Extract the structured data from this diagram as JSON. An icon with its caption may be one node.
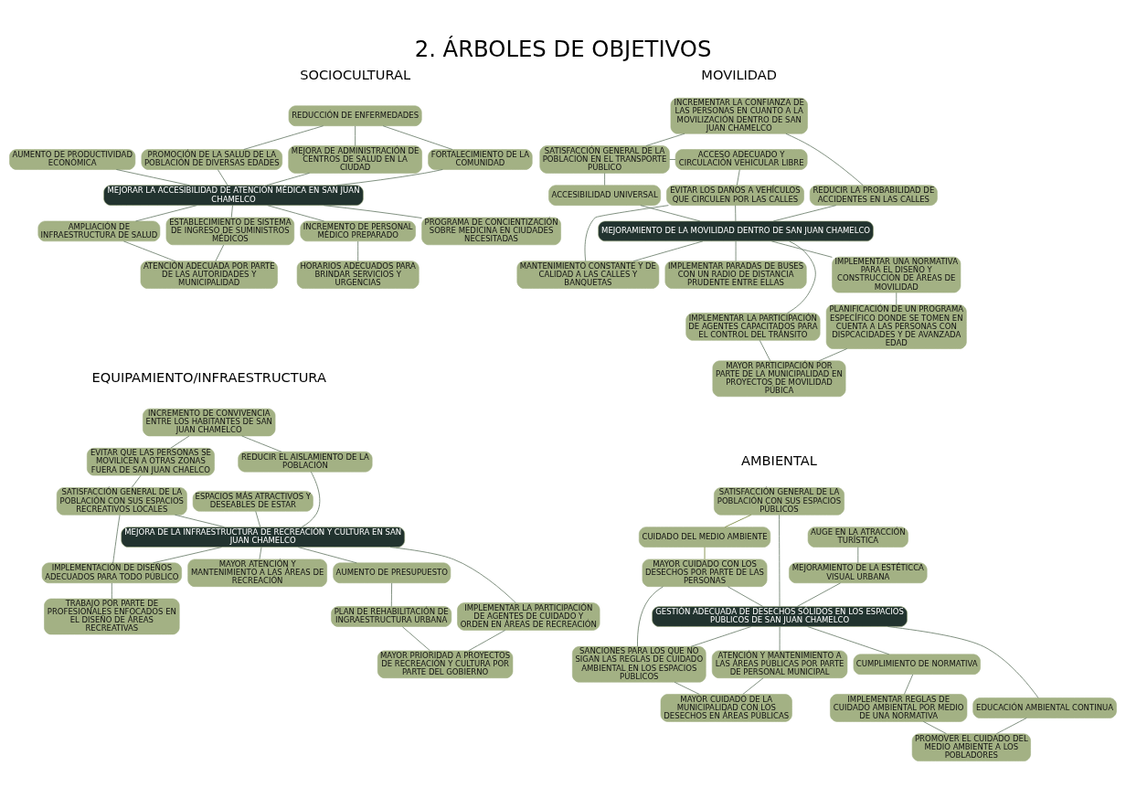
{
  "diagram": {
    "title": "2. ÁRBOLES DE OBJETIVOS",
    "nodes": [
      {
        "text": [
          "REDUCCIÓN DE ENFERMEDADES"
        ]
      },
      {
        "text": [
          "PROMOCIÓN DE LA SALUD DE LA POBLACIÓN DE DIVERSAS EDADES"
        ]
      },
      {
        "text": [
          "AUMENTO DE PRODUCTIVIDAD ECONÓMICA"
        ]
      },
      {
        "text": [
          "MEJORA DE ADMINISTRACIÓN DE CENTROS DE SALUD EN LA CIUDAD"
        ]
      },
      {
        "text": [
          "FORTALECIMIENTO DE LA COMUNIDAD"
        ]
      },
      {
        "text": [
          "MEJORAR LA ACCESIBILIDAD DE ATENCIÓN MÉDICA EN SAN JUAN CHAMELCO"
        ]
      },
      {
        "text": [
          "AMPLIACIÓN DE INFRAESTRUCTURA DE SALUD"
        ]
      },
      {
        "text": [
          "ESTABLECIMIENTO DE SISTEMA DE INGRESO DE SUMINISTROS MÉDICOS"
        ]
      },
      {
        "text": [
          "INCREMENTO DE PERSONAL MÉDICO PREPARADO"
        ]
      },
      {
        "text": [
          "PROGRAMA DE CONCIENTIZACIÓN SOBRE MEDICINA EN CIUDADES NECESITADAS"
        ]
      },
      {
        "text": [
          "ATENCIÓN ADECUADA POR PARTE DE LAS AUTORIDADES Y MUNICIPALIDAD"
        ]
      },
      {
        "text": [
          "HORARIOS ADECUADOS PARA BRINDAR SERVICIOS Y URGENCIAS"
        ]
      },
      {
        "text": [
          "INCREMENTAR LA CONFIANZA DE LAS PERSONAS EN CUANTO A LA MOVILIZACIÓN DENTRO DE SAN JUAN CHAMELCO"
        ]
      },
      {
        "text": [
          "ACCESO ADECUADO Y CIRCULACIÓN VEHICULAR LIBRE"
        ]
      },
      {
        "text": [
          "SATISFACCIÓN GENERAL DE LA POBLACIÓN EN EL TRANSPORTE PÚBLICO"
        ]
      },
      {
        "text": [
          "EVITAR LOS DAÑOS A VEHÍCULOS QUE CIRCULEN POR LAS CALLES"
        ]
      },
      {
        "text": [
          "ACCESIBILIDAD UNIVERSAL"
        ]
      },
      {
        "text": [
          "REDUCIR LA PROBABILIDAD DE ACCIDENTES EN LAS CALLES"
        ]
      },
      {
        "text": [
          "MEJORAMIENTO DE LA MOVILIDAD DENTRO DE SAN JUAN CHAMELCO"
        ]
      },
      {
        "text": [
          "MANTENIMIENTO CONSTANTE Y DE CALIDAD A LAS CALLES Y BANQUETAS"
        ]
      },
      {
        "text": [
          "IMPLEMENTAR LA PARTICIPACIÓN DE AGENTES CAPACITADOS PARA EL CONTROL DEL TRÁNSITO"
        ]
      },
      {
        "text": [
          "IMPLEMENTAR UNA NORMATIVA PARA EL DISEÑO Y CONSTRUCCIÓN DE ÁREAS DE MOVILIDAD"
        ]
      },
      {
        "text": [
          "IMPLEMENTAR PARADAS DE BUSES CON UN RADIO DE DISTANCIA PRUDENTE ENTRE ELLAS"
        ]
      },
      {
        "text": [
          "PLANIFICACIÓN DE UN PROGRAMA ESPECÍFICO DONDE SE TOMEN EN CUENTA A LAS PERSONAS CON DISPCACIDADES Y DE AVANZADA EDAD"
        ]
      },
      {
        "text": [
          "MAYOR PARTICIPACIÓN POR PARTE DE LA MUNICIPALIDAD EN PROYECTOS DE MOVILIDAD PÚBICA"
        ]
      },
      {
        "text": [
          "INCREMENTO DE CONVIVENCIA ENTRE LOS HABITANTES DE SAN JUAN CHAMELCO"
        ]
      },
      {
        "text": [
          "EVITAR QUE LAS PERSONAS SE MOVILICEN A OTRAS ZONAS FUERA DE SAN JUAN CHAELCO"
        ]
      },
      {
        "text": [
          "SATISFACCIÓN GENERAL DE LA POBLACIÓN CON SUS ESPACIOS RECREATIVOS LOCALES"
        ]
      },
      {
        "text": [
          "ESPACIOS MÁS ATRACTIVOS Y DESEABLES DE ESTAR"
        ]
      },
      {
        "text": [
          "REDUCIR EL AISLAMIENTO DE LA POBLACIÓN"
        ]
      },
      {
        "text": [
          "MEJORA DE LA INFRAESTRUCTURA DE RECREACIÓN Y CULTURA EN SAN JUAN CHAMELCO"
        ]
      },
      {
        "text": [
          "IMPLEMENTACIÓN DE DISEÑOS ADECUADOS PARA TODO PÚBLICO"
        ]
      },
      {
        "text": [
          "MAYOR ATENCIÓN Y MANTENIMIENTO A LAS ÁREAS DE RECREACIÓN"
        ]
      },
      {
        "text": [
          "AUMENTO DE PRESUPUESTO"
        ]
      },
      {
        "text": [
          "IMPLEMENTAR LA PARTICIPACIÓN DE AGENTES DE CUIDADO Y ORDEN EN ÁREAS DE RECREACIÓN"
        ]
      },
      {
        "text": [
          "TRABAJO POR PARTE DE PROFESIONALES ENFOCADOS EN EL DISEÑO DE ÁREAS RECREATIVAS"
        ]
      },
      {
        "text": [
          "PLAN DE REHABILITACIÓN DE INGRAESTRUCTURA URBANA"
        ]
      },
      {
        "text": [
          "MAYOR PRIORIDAD A PROYECTOS DE RECREACIÓN Y CULTURA POR PARTE DEL GOBIERNO"
        ]
      },
      {
        "text": [
          "SATISFACCIÓN GENERAL DE LA POBLACIÓN CON SUS ESPACIOS PÚBLICOS"
        ]
      },
      {
        "text": [
          "AUGE EN LA ATRACCIÓN TURÍSTICA"
        ]
      },
      {
        "text": [
          "CUIDADO DEL MEDIO AMBIENTE"
        ]
      },
      {
        "text": [
          "MAYOR CUIDADO CON LOS DESECHOS POR PARTE DE LAS PERSONAS"
        ]
      },
      {
        "text": [
          "MEJORAMIENTO DE LA ESTÉTICCA VISUAL URBANA"
        ]
      },
      {
        "text": [
          "GESTIÓN ADECUADA DE DESECHOS SÓLIDOS EN LOS ESPACIOS PÚBLICOS DE SAN JUAN CHAMELCO"
        ]
      },
      {
        "text": [
          "SANCIONES PARA LOS QUE NO SIGAN LAS REGLAS DE CUIDADO AMBIENTAL EN LOS ESPACIOS PÚBLICOS"
        ]
      },
      {
        "text": [
          "ATENCIÓN Y MANTENIMIENTO A LAS ÁREAS PÚBLICAS POR PARTE DE PERSONAL MUNICIPAL"
        ]
      },
      {
        "text": [
          "CUMPLIMIENTO DE NORMATIVA"
        ]
      },
      {
        "text": [
          "EDUCACIÓN AMBIENTAL CONTINUA"
        ]
      },
      {
        "text": [
          "MAYOR CUIDADO DE LA MUNICIPALIDAD CON LOS DESECHOS EN ÁREAS PÚBLICAS"
        ]
      },
      {
        "text": [
          "IMPLEMENTAR REGLAS DE CUIDADO AMBIENTAL POR MEDIO DE UNA NORMATIVA"
        ]
      },
      {
        "text": [
          "PROMOVER EL CUIDADO DEL MEDIO AMBIENTE A LOS POBLADORES"
        ]
      }
    ],
    "edges": [
      {
        "from": 0,
        "to": 1,
        "arrow": "none"
      },
      {
        "from": 0,
        "to": 3,
        "arrow": "none"
      },
      {
        "from": 0,
        "to": 4,
        "arrow": "none"
      },
      {
        "from": 1,
        "to": 5,
        "arrow": "none"
      },
      {
        "from": 2,
        "to": 5,
        "arrow": "none"
      },
      {
        "from": 3,
        "to": 5,
        "arrow": "none"
      },
      {
        "from": 4,
        "to": 5,
        "arrow": "none"
      },
      {
        "from": 5,
        "to": 6,
        "arrow": "none"
      },
      {
        "from": 5,
        "to": 7,
        "arrow": "none"
      },
      {
        "from": 5,
        "to": 8,
        "arrow": "none"
      },
      {
        "from": 5,
        "to": 9,
        "arrow": "none"
      },
      {
        "from": 6,
        "to": 10,
        "arrow": "none"
      },
      {
        "from": 7,
        "to": 10,
        "arrow": "none"
      },
      {
        "from": 8,
        "to": 11,
        "arrow": "none"
      },
      {
        "from": 12,
        "to": 14,
        "arrow": "none"
      },
      {
        "from": 12,
        "to": 17,
        "arrow": "none"
      },
      {
        "from": 14,
        "to": 13,
        "arrow": "none"
      },
      {
        "from": 13,
        "to": 15,
        "arrow": "none"
      },
      {
        "from": 14,
        "to": 16,
        "arrow": "none"
      },
      {
        "from": 15,
        "to": 18,
        "arrow": "none"
      },
      {
        "from": 16,
        "to": 18,
        "arrow": "none"
      },
      {
        "from": 17,
        "to": 18,
        "arrow": "none"
      },
      {
        "from": 18,
        "to": 19,
        "arrow": "none"
      },
      {
        "from": 18,
        "to": 22,
        "arrow": "none"
      },
      {
        "from": 18,
        "to": 20,
        "arrow": "none"
      },
      {
        "from": 18,
        "to": 21,
        "arrow": "none"
      },
      {
        "from": 15,
        "to": 19,
        "arrow": "none"
      },
      {
        "from": 21,
        "to": 23,
        "arrow": "none"
      },
      {
        "from": 20,
        "to": 24,
        "arrow": "none"
      },
      {
        "from": 23,
        "to": 24,
        "arrow": "none"
      },
      {
        "from": 25,
        "to": 26,
        "arrow": "none"
      },
      {
        "from": 25,
        "to": 29,
        "arrow": "none"
      },
      {
        "from": 26,
        "to": 27,
        "arrow": "none"
      },
      {
        "from": 27,
        "to": 30,
        "arrow": "none"
      },
      {
        "from": 28,
        "to": 30,
        "arrow": "none"
      },
      {
        "from": 29,
        "to": 30,
        "arrow": "none"
      },
      {
        "from": 30,
        "to": 31,
        "arrow": "none"
      },
      {
        "from": 30,
        "to": 32,
        "arrow": "none"
      },
      {
        "from": 30,
        "to": 33,
        "arrow": "none"
      },
      {
        "from": 30,
        "to": 34,
        "arrow": "none"
      },
      {
        "from": 27,
        "to": 31,
        "arrow": "none"
      },
      {
        "from": 31,
        "to": 35,
        "arrow": "none"
      },
      {
        "from": 33,
        "to": 36,
        "arrow": "none"
      },
      {
        "from": 36,
        "to": 37,
        "arrow": "none"
      },
      {
        "from": 34,
        "to": 37,
        "arrow": "none"
      },
      {
        "from": 38,
        "to": 40,
        "arrow": "none",
        "color": "#6e7f2e"
      },
      {
        "from": 40,
        "to": 41,
        "arrow": "none",
        "color": "#6e7f2e"
      },
      {
        "from": 38,
        "to": 43,
        "arrow": "none"
      },
      {
        "from": 41,
        "to": 43,
        "arrow": "none"
      },
      {
        "from": 39,
        "to": 42,
        "arrow": "none"
      },
      {
        "from": 42,
        "to": 43,
        "arrow": "none"
      },
      {
        "from": 43,
        "to": 44,
        "arrow": "none"
      },
      {
        "from": 43,
        "to": 45,
        "arrow": "none"
      },
      {
        "from": 43,
        "to": 46,
        "arrow": "none"
      },
      {
        "from": 43,
        "to": 47,
        "arrow": "none"
      },
      {
        "from": 41,
        "to": 44,
        "arrow": "none"
      },
      {
        "from": 44,
        "to": 48,
        "arrow": "none"
      },
      {
        "from": 45,
        "to": 48,
        "arrow": "none"
      },
      {
        "from": 46,
        "to": 49,
        "arrow": "none"
      },
      {
        "from": 49,
        "to": 50,
        "arrow": "none"
      },
      {
        "from": 47,
        "to": 50,
        "arrow": "none"
      }
    ],
    "labels": [
      "MOVILIDAD",
      "SOCIOCULTURAL",
      "EQUIPAMIENTO/INFRAESTRUCTURA",
      "AMBIENTAL"
    ]
  }
}
